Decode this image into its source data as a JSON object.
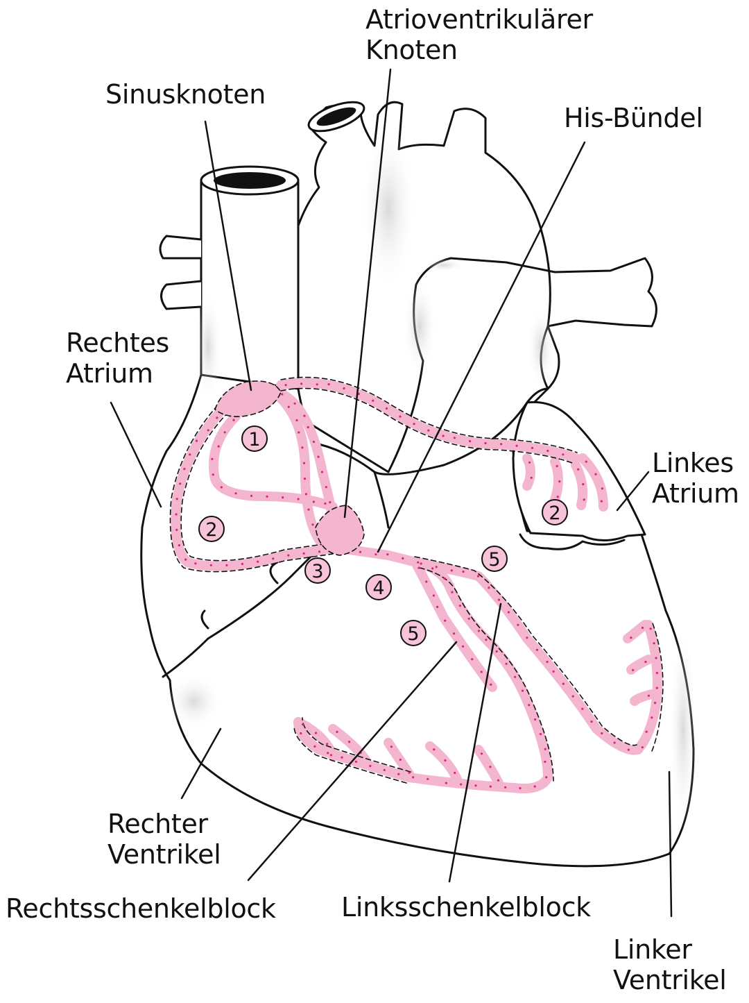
{
  "labels": {
    "av_node": [
      "Atrioventrikulärer",
      "Knoten"
    ],
    "sinus_node": [
      "Sinusknoten"
    ],
    "his_bundle": [
      "His-Bündel"
    ],
    "right_atrium": [
      "Rechtes",
      "Atrium"
    ],
    "left_atrium": [
      "Linkes",
      "Atrium"
    ],
    "right_ventricle": [
      "Rechter",
      "Ventrikel"
    ],
    "right_bundle_branch_block": [
      "Rechtsschenkelblock"
    ],
    "left_bundle_branch_block": [
      "Linksschenkelblock"
    ],
    "left_ventricle": [
      "Linker",
      "Ventrikel"
    ]
  },
  "markers": [
    "1",
    "2",
    "2",
    "3",
    "4",
    "5",
    "5"
  ],
  "colors": {
    "conduction_path": "#f4b6cf",
    "conduction_dots": "#d9267a",
    "outline": "#111111",
    "marker_fill": "#f7c3d8"
  }
}
